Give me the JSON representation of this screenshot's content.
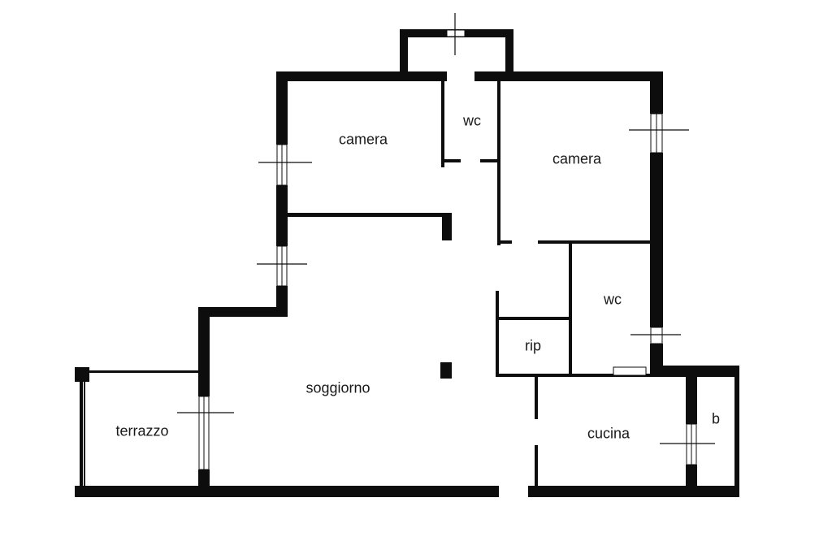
{
  "rooms": {
    "wc_top": "wc",
    "camera_left": "camera",
    "camera_right": "camera",
    "wc_right": "wc",
    "rip": "rip",
    "soggiorno": "soggiorno",
    "terrazzo": "terrazzo",
    "cucina": "cucina",
    "b": "b"
  },
  "colors": {
    "wall": "#0d0d0d",
    "background": "#ffffff"
  }
}
